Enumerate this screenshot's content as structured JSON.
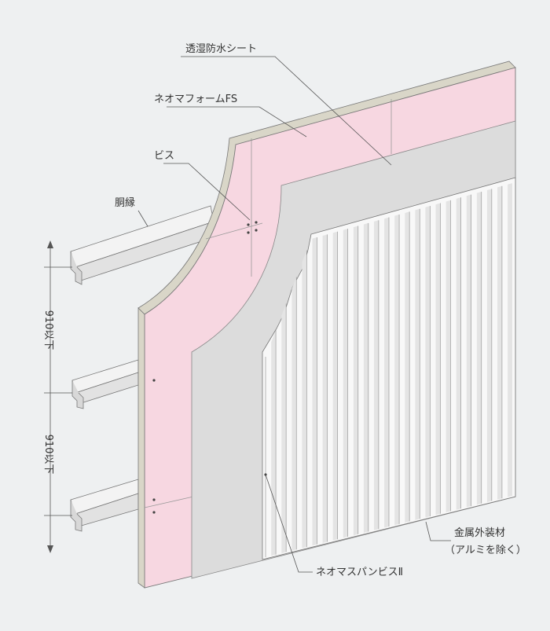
{
  "labels": {
    "moisture_sheet": "透湿防水シート",
    "foam": "ネオマフォームFS",
    "screw": "ビス",
    "furring": "胴縁",
    "cladding_line1": "金属外装材",
    "cladding_line2": "（アルミを除く）",
    "pan_screw": "ネオマスパンビスⅡ"
  },
  "dimensions": {
    "spacing_upper": "910以下",
    "spacing_lower": "910以下"
  },
  "colors": {
    "background": "#eef0f1",
    "foam_pink": "#f7d7e1",
    "sheet_gray": "#dcdcdc",
    "panel_white": "#f8f8f8",
    "board_edge": "#d9d6c8",
    "line": "#555555"
  },
  "cladding": {
    "rib_count": 24
  }
}
